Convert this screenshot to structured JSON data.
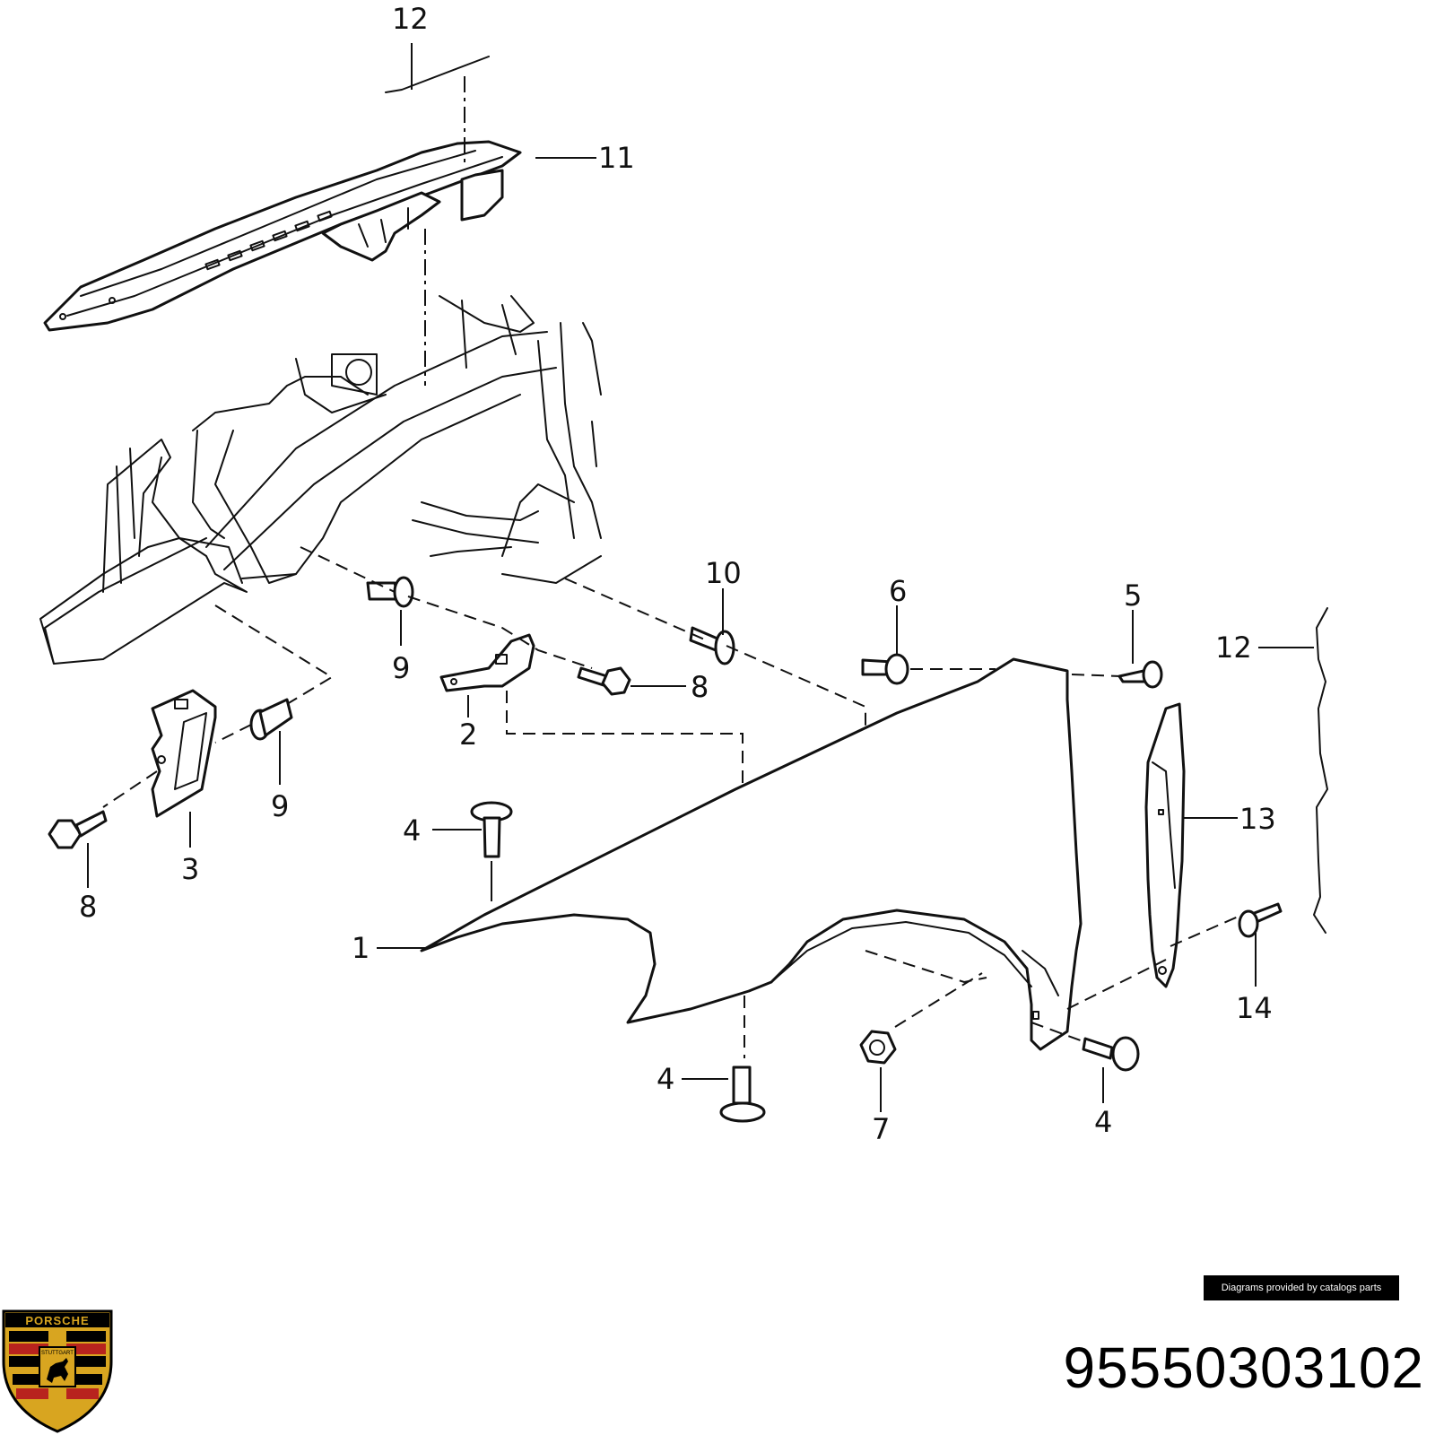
{
  "diagram": {
    "callouts": {
      "c1": "1",
      "c2": "2",
      "c3": "3",
      "c4a": "4",
      "c4b": "4",
      "c4c": "4",
      "c5": "5",
      "c6": "6",
      "c7": "7",
      "c8a": "8",
      "c8b": "8",
      "c9a": "9",
      "c9b": "9",
      "c10": "10",
      "c11": "11",
      "c12a": "12",
      "c12b": "12",
      "c13": "13",
      "c14": "14"
    }
  },
  "footer": {
    "credit": "Diagrams provided by catalogs parts",
    "part_number": "95550303102",
    "crest_text_top": "PORSCHE",
    "crest_text_mid": "STUTTGART"
  },
  "colors": {
    "ink": "#111111",
    "crest_gold": "#d8a520",
    "crest_red": "#b8231e",
    "crest_black": "#000000"
  }
}
